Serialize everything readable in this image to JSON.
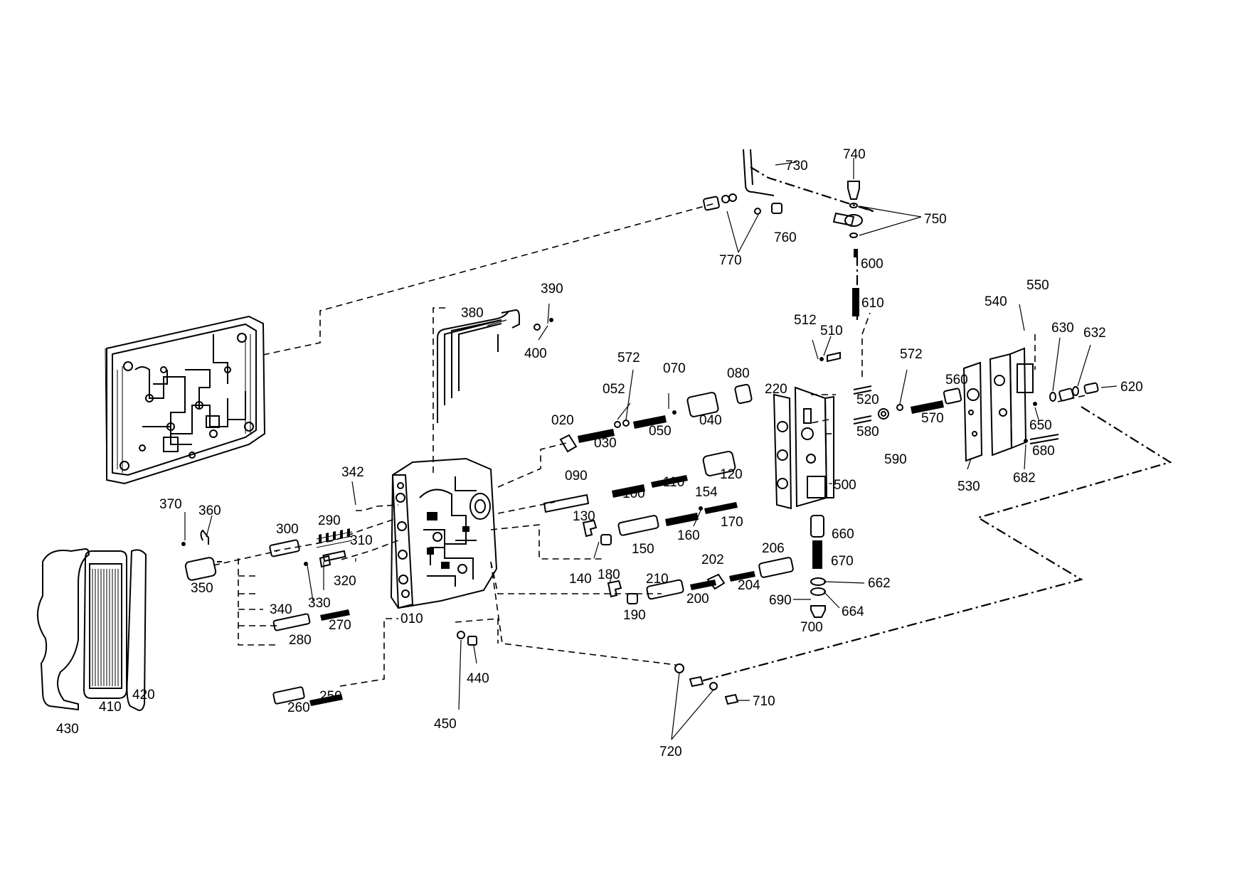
{
  "labels": {
    "p010": "010",
    "p020": "020",
    "p030": "030",
    "p040": "040",
    "p050": "050",
    "p052": "052",
    "p070": "070",
    "p080": "080",
    "p090": "090",
    "p100": "100",
    "p110": "110",
    "p120": "120",
    "p130": "130",
    "p140": "140",
    "p150": "150",
    "p154": "154",
    "p160": "160",
    "p170": "170",
    "p180": "180",
    "p190": "190",
    "p200": "200",
    "p202": "202",
    "p204": "204",
    "p206": "206",
    "p210": "210",
    "p220": "220",
    "p250": "250",
    "p260": "260",
    "p270": "270",
    "p280": "280",
    "p290": "290",
    "p300": "300",
    "p310": "310",
    "p320": "320",
    "p330": "330",
    "p340": "340",
    "p342": "342",
    "p350": "350",
    "p360": "360",
    "p370": "370",
    "p380": "380",
    "p390": "390",
    "p400": "400",
    "p410": "410",
    "p420": "420",
    "p430": "430",
    "p440": "440",
    "p450": "450",
    "p500": "500",
    "p510": "510",
    "p512": "512",
    "p520": "520",
    "p530": "530",
    "p540": "540",
    "p550": "550",
    "p560": "560",
    "p570": "570",
    "p572a": "572",
    "p572b": "572",
    "p580": "580",
    "p590": "590",
    "p600": "600",
    "p610": "610",
    "p620": "620",
    "p630": "630",
    "p632": "632",
    "p650": "650",
    "p660": "660",
    "p662": "662",
    "p664": "664",
    "p670": "670",
    "p680": "680",
    "p682": "682",
    "p690": "690",
    "p700": "700",
    "p710": "710",
    "p720": "720",
    "p730": "730",
    "p740": "740",
    "p750": "750",
    "p760": "760",
    "p770": "770"
  }
}
